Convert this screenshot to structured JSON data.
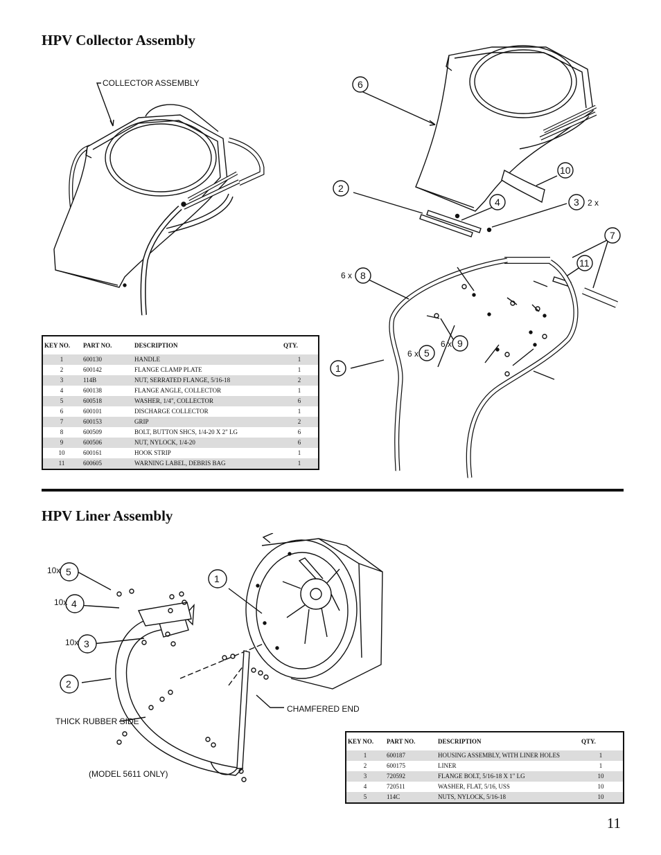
{
  "page": {
    "number": "11"
  },
  "collector": {
    "title": "HPV Collector Assembly",
    "callout_label": "COLLECTOR ASSEMBLY",
    "callouts": [
      "1",
      "2",
      "3",
      "4",
      "5",
      "6",
      "7",
      "8",
      "9",
      "10",
      "11"
    ],
    "multipliers": {
      "m2x": "2 x",
      "m6x8": "6 x",
      "m6x5": "6 x",
      "m6x9": "6 x"
    },
    "table": {
      "headers": [
        "KEY NO.",
        "PART NO.",
        "DESCRIPTION",
        "QTY."
      ],
      "rows": [
        [
          "1",
          "600130",
          "HANDLE",
          "1"
        ],
        [
          "2",
          "600142",
          "FLANGE CLAMP PLATE",
          "1"
        ],
        [
          "3",
          "114B",
          "NUT, SERRATED FLANGE, 5/16-18",
          "2"
        ],
        [
          "4",
          "600138",
          "FLANGE ANGLE, COLLECTOR",
          "1"
        ],
        [
          "5",
          "600518",
          "WASHER, 1/4\", COLLECTOR",
          "6"
        ],
        [
          "6",
          "600101",
          "DISCHARGE COLLECTOR",
          "1"
        ],
        [
          "7",
          "600153",
          "GRIP",
          "2"
        ],
        [
          "8",
          "600509",
          "BOLT, BUTTON SHCS, 1/4-20 X 2\" LG",
          "6"
        ],
        [
          "9",
          "600506",
          "NUT, NYLOCK, 1/4-20",
          "6"
        ],
        [
          "10",
          "600161",
          "HOOK STRIP",
          "1"
        ],
        [
          "11",
          "600605",
          "WARNING LABEL, DEBRIS BAG",
          "1"
        ]
      ]
    }
  },
  "liner": {
    "title": "HPV Liner Assembly",
    "callouts": [
      "1",
      "2",
      "3",
      "4",
      "5"
    ],
    "multipliers": {
      "m5": "10x",
      "m4": "10x",
      "m3": "10x"
    },
    "labels": {
      "chamfered": "CHAMFERED END",
      "thick": "THICK RUBBER SIDE",
      "model": "(MODEL 5611 ONLY)"
    },
    "table": {
      "headers": [
        "KEY NO.",
        "PART NO.",
        "DESCRIPTION",
        "QTY."
      ],
      "rows": [
        [
          "1",
          "600187",
          "HOUSING ASSEMBLY, WITH LINER HOLES",
          "1"
        ],
        [
          "2",
          "600175",
          "LINER",
          "1"
        ],
        [
          "3",
          "720592",
          "FLANGE BOLT, 5/16-18  X 1\" LG",
          "10"
        ],
        [
          "4",
          "720511",
          "WASHER, FLAT, 5/16, USS",
          "10"
        ],
        [
          "5",
          "114C",
          "NUTS, NYLOCK, 5/16-18",
          "10"
        ]
      ]
    }
  }
}
